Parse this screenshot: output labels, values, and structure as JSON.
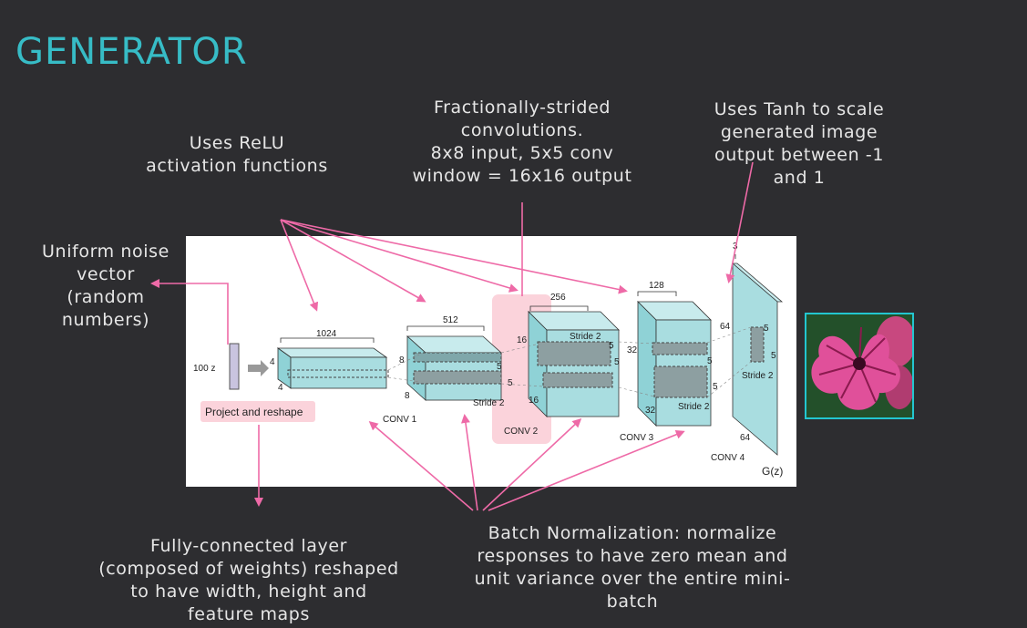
{
  "slide": {
    "title": "GENERATOR"
  },
  "notes": {
    "relu": "Uses ReLU\nactivation functions",
    "fractional": "Fractionally-strided\nconvolutions.\n8x8 input, 5x5 conv\nwindow = 16x16 output",
    "tanh": "Uses Tanh to scale\ngenerated image\noutput between -1\nand 1",
    "noise": "Uniform noise\nvector\n(random\nnumbers)",
    "fc": "Fully-connected layer\n(composed of weights) reshaped\nto have width, height and\nfeature maps",
    "batchnorm": "Batch Normalization: normalize\nresponses to have zero mean and\nunit variance over the entire mini-\nbatch"
  },
  "diagram": {
    "z_label": "100 z",
    "project_label": "Project and reshape",
    "conv1": {
      "name": "CONV 1",
      "channels": "1024",
      "h": "4",
      "w": "4"
    },
    "conv2": {
      "name": "CONV 2",
      "channels": "512",
      "h": "8",
      "w": "8",
      "kernel_a": "5",
      "kernel_b": "5",
      "stride": "Stride 2"
    },
    "conv3": {
      "name": "CONV 3",
      "channels": "256",
      "h": "16",
      "w": "16",
      "kernel_a": "5",
      "kernel_b": "5",
      "stride": "Stride 2"
    },
    "conv4": {
      "name": "CONV 4",
      "channels": "128",
      "h": "32",
      "w": "32",
      "kernel_a": "5",
      "kernel_b": "5",
      "stride": "Stride 2"
    },
    "output": {
      "channels": "3",
      "h": "64",
      "w": "64",
      "kernel_a": "5",
      "kernel_b": "5",
      "stride": "Stride 2",
      "label": "G(z)"
    }
  },
  "colors": {
    "title": "#37bcc6",
    "arrow": "#ee6aa7",
    "volume_fill": "#a9dde0",
    "highlight": "#fbd3db",
    "photo_border": "#23c6d0"
  },
  "icons": {
    "output_image": "pink-petunia-flower-image"
  }
}
